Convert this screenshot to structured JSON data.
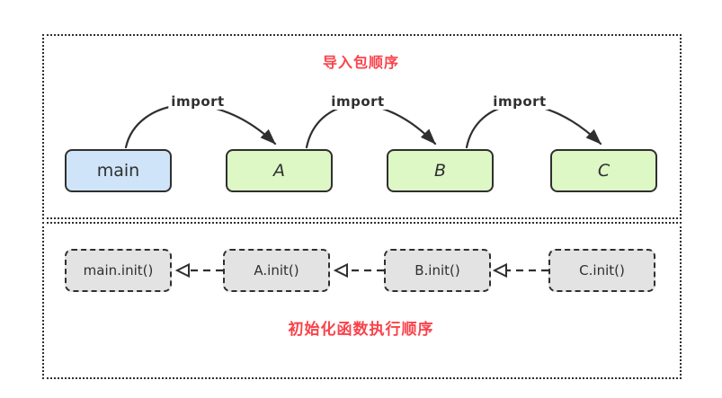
{
  "colors": {
    "accent-red": "#fa424a",
    "node-main-fill": "#cfe4f8",
    "node-pkg-fill": "#ddf7c5",
    "init-fill": "#e3e3e3",
    "stroke-dark": "#2f2f2f"
  },
  "import_section": {
    "title": "导入包顺序",
    "nodes": [
      {
        "label": "main"
      },
      {
        "label": "A"
      },
      {
        "label": "B"
      },
      {
        "label": "C"
      }
    ],
    "edges": [
      {
        "label": "import"
      },
      {
        "label": "import"
      },
      {
        "label": "import"
      }
    ]
  },
  "init_section": {
    "title": "初始化函数执行顺序",
    "nodes": [
      {
        "label": "main.init()"
      },
      {
        "label": "A.init()"
      },
      {
        "label": "B.init()"
      },
      {
        "label": "C.init()"
      }
    ]
  }
}
